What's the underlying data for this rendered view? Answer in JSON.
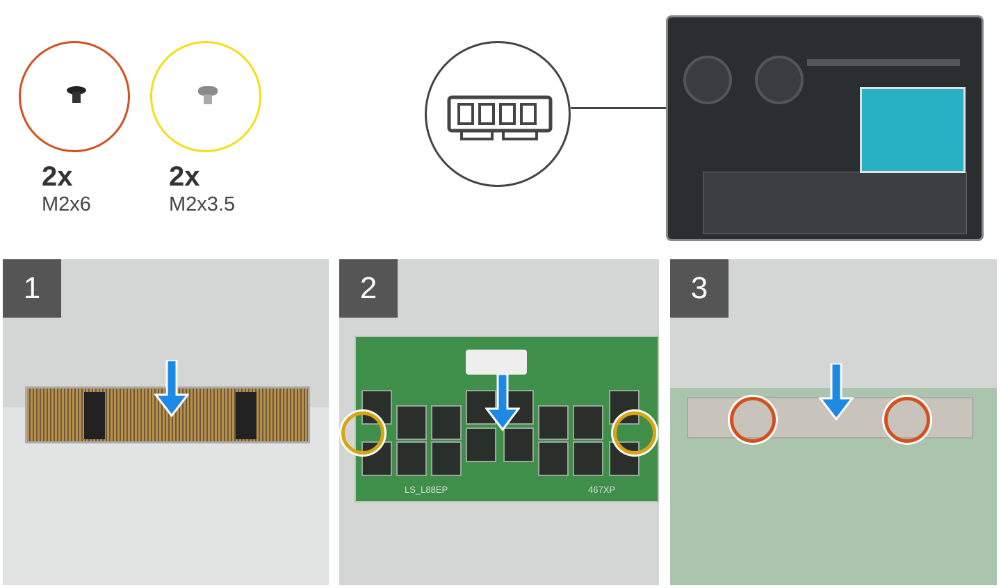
{
  "screws": [
    {
      "quantity": "2x",
      "size": "M2x6",
      "ring_color": "#d4501c"
    },
    {
      "quantity": "2x",
      "size": "M2x3.5",
      "ring_color": "#f5de16"
    }
  ],
  "steps": [
    {
      "number": "1"
    },
    {
      "number": "2",
      "board_labels": [
        "LS_L88EP",
        "467XP"
      ]
    },
    {
      "number": "3"
    }
  ],
  "colors": {
    "arrow": "#1e88e5",
    "highlight": "#28c8e0",
    "badge": "#555555",
    "pcb": "#3f8f4a"
  },
  "icons": {
    "memory": "memory-module-icon",
    "arrow": "arrow-down-icon"
  }
}
